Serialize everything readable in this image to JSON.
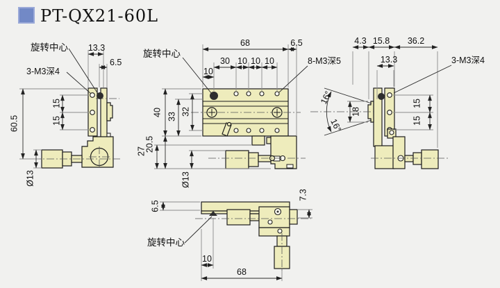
{
  "title": "PT-QX21-60L",
  "colors": {
    "accent_square": "#7289c6",
    "part_fill": "#eeecbc",
    "line": "#1c1c1c",
    "background": "#f1f1ef",
    "dim_line": "#2a2a2a",
    "ext_line": "#8b8b8b"
  },
  "labels": {
    "rotation_center": "旋转中心",
    "thread_3xM3_depth4": "3-M3深4",
    "thread_8xM3_depth5": "8-M3深5"
  },
  "views": {
    "left": {
      "dims": {
        "top_width": "13.3",
        "top_offset": "6.5",
        "height": "60.5",
        "pitch_a": "15",
        "pitch_b": "15",
        "knob_dia": "Ø13"
      }
    },
    "front": {
      "dims": {
        "width": "68",
        "edge_offset": "6.5",
        "first_pitch": "30",
        "pitch_a": "10",
        "pitch_b": "10",
        "pitch_c": "10",
        "center_offset": "10",
        "plate_height": "40",
        "dim33": "33",
        "dim32": "32",
        "lower_height": "27",
        "dim20_5": "20.5",
        "knob_dia": "Ø13"
      }
    },
    "right": {
      "dims": {
        "d4_3": "4.3",
        "d15_8": "15.8",
        "d36_2": "36.2",
        "d13_3": "13.3",
        "angle_up": "16°",
        "angle_down": "16°",
        "tab_height": "18",
        "pitch_a": "15",
        "pitch_b": "15"
      }
    },
    "bottom": {
      "dims": {
        "d6_5": "6.5",
        "d7_3": "7.3",
        "d10": "10",
        "d68": "68"
      }
    }
  }
}
